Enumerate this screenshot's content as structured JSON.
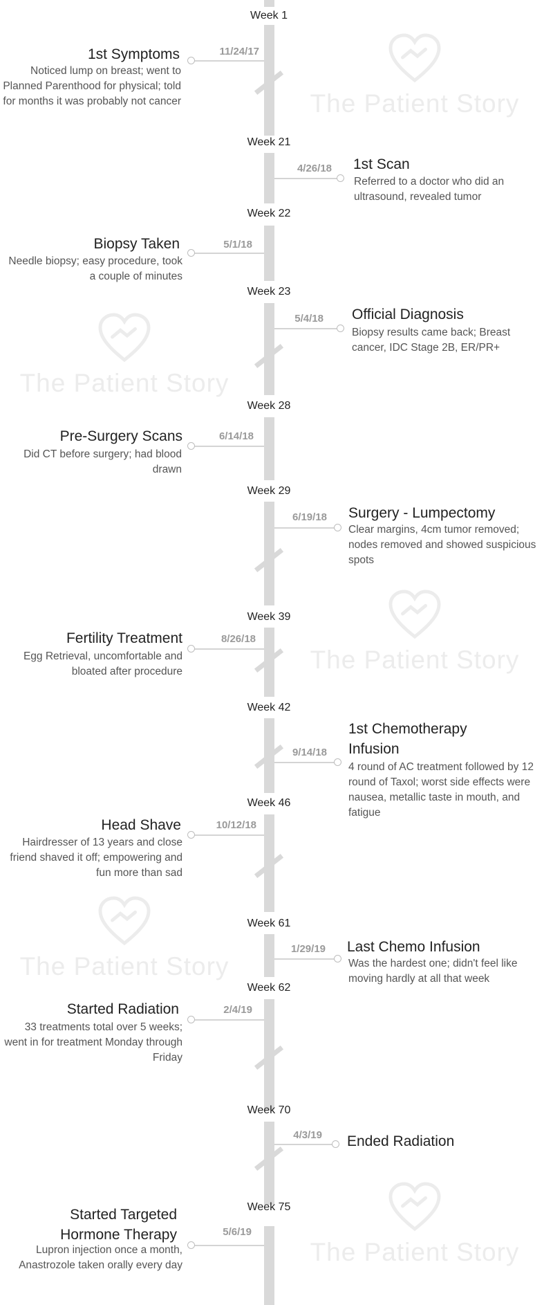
{
  "brand": {
    "watermark_text": "The Patient Story",
    "logo_icon": "heart-handshake-icon"
  },
  "colors": {
    "axis": "#d9d9d9",
    "date": "#9a9a9a",
    "title": "#222222",
    "description": "#555555",
    "watermark": "#ececec"
  },
  "events": [
    {
      "week": "Week 1",
      "date": "11/24/17",
      "side": "left",
      "title": "1st Symptoms",
      "description": "Noticed lump on breast; went to Planned Parenthood for physical; told for months it was probably not cancer"
    },
    {
      "week": "Week 21",
      "date": "4/26/18",
      "side": "right",
      "title": "1st Scan",
      "description": "Referred to a doctor who did an ultrasound, revealed tumor"
    },
    {
      "week": "Week 22",
      "date": "5/1/18",
      "side": "left",
      "title": "Biopsy Taken",
      "description": "Needle biopsy; easy procedure, took a couple of minutes"
    },
    {
      "week": "Week 23",
      "date": "5/4/18",
      "side": "right",
      "title": "Official Diagnosis",
      "description": "Biopsy results came back; Breast cancer, IDC Stage 2B, ER/PR+"
    },
    {
      "week": "Week 28",
      "date": "6/14/18",
      "side": "left",
      "title": "Pre-Surgery Scans",
      "description": "Did CT before surgery; had blood drawn"
    },
    {
      "week": "Week 29",
      "date": "6/19/18",
      "side": "right",
      "title": "Surgery - Lumpectomy",
      "description": "Clear margins, 4cm tumor removed; nodes removed and showed suspicious spots"
    },
    {
      "week": "Week 39",
      "date": "8/26/18",
      "side": "left",
      "title": "Fertility Treatment",
      "description": "Egg Retrieval, uncomfortable and bloated after procedure"
    },
    {
      "week": "Week 42",
      "date": "9/14/18",
      "side": "right",
      "title": "1st Chemotherapy Infusion",
      "description": "4 round of AC treatment followed by 12 round of Taxol; worst side effects were nausea, metallic taste in mouth, and fatigue"
    },
    {
      "week": "Week 46",
      "date": "10/12/18",
      "side": "left",
      "title": "Head Shave",
      "description": "Hairdresser of 13 years and close friend shaved it off; empowering and fun more than sad"
    },
    {
      "week": "Week 61",
      "date": "1/29/19",
      "side": "right",
      "title": "Last Chemo Infusion",
      "description": "Was the hardest one; didn't feel like moving hardly at all that week"
    },
    {
      "week": "Week 62",
      "date": "2/4/19",
      "side": "left",
      "title": "Started Radiation",
      "description": "33 treatments total over 5 weeks; went in for treatment Monday through Friday"
    },
    {
      "week": "Week 70",
      "date": "4/3/19",
      "side": "right",
      "title": "Ended Radiation",
      "description": ""
    },
    {
      "week": "Week 75",
      "date": "5/6/19",
      "side": "left",
      "title": "Started Targeted Hormone Therapy",
      "description": "Lupron injection once a month, Anastrozole taken orally every day"
    }
  ]
}
